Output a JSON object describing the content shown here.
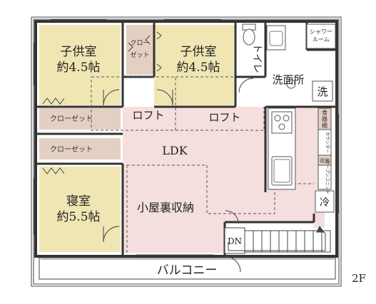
{
  "plan": {
    "floor": "2F",
    "colors": {
      "bedroom": "#f0e6b4",
      "ldk": "#f5dede",
      "closet": "#e4cfc3",
      "wall": "#333333",
      "white": "#ffffff"
    },
    "rooms": {
      "kids_room_left": {
        "name": "子供室",
        "size": "約4.5帖"
      },
      "kids_room_right": {
        "name": "子供室",
        "size": "約4.5帖"
      },
      "bedroom": {
        "name": "寝室",
        "size": "約5.5帖"
      },
      "ldk": {
        "name": "LDK"
      },
      "loft_left": {
        "name": "ロフト"
      },
      "loft_right": {
        "name": "ロフト"
      },
      "attic_storage": {
        "name": "小屋裏収納"
      },
      "closet_vertical": {
        "name_line1": "クロー",
        "name_line2": "ゼット"
      },
      "closet_upper": {
        "name": "クローゼット"
      },
      "closet_lower": {
        "name": "クローゼット"
      },
      "toilet": {
        "name": "トイレ"
      },
      "washroom": {
        "name": "洗面所"
      },
      "shower_room": {
        "name_line1": "シャワー",
        "name_line2": "ルーム"
      },
      "washer": {
        "name": "洗"
      },
      "dish_shelf": {
        "name_line1": "食",
        "name_line2": "器",
        "name_line3": "棚"
      },
      "counter": {
        "name": "カウンター"
      },
      "storage": {
        "name": "収納"
      },
      "open_shelf": {
        "name": "オープンユニット"
      },
      "fridge": {
        "name": "冷"
      },
      "balcony": {
        "name": "バルコニー"
      },
      "stairs_down": {
        "name": "DN"
      }
    }
  }
}
